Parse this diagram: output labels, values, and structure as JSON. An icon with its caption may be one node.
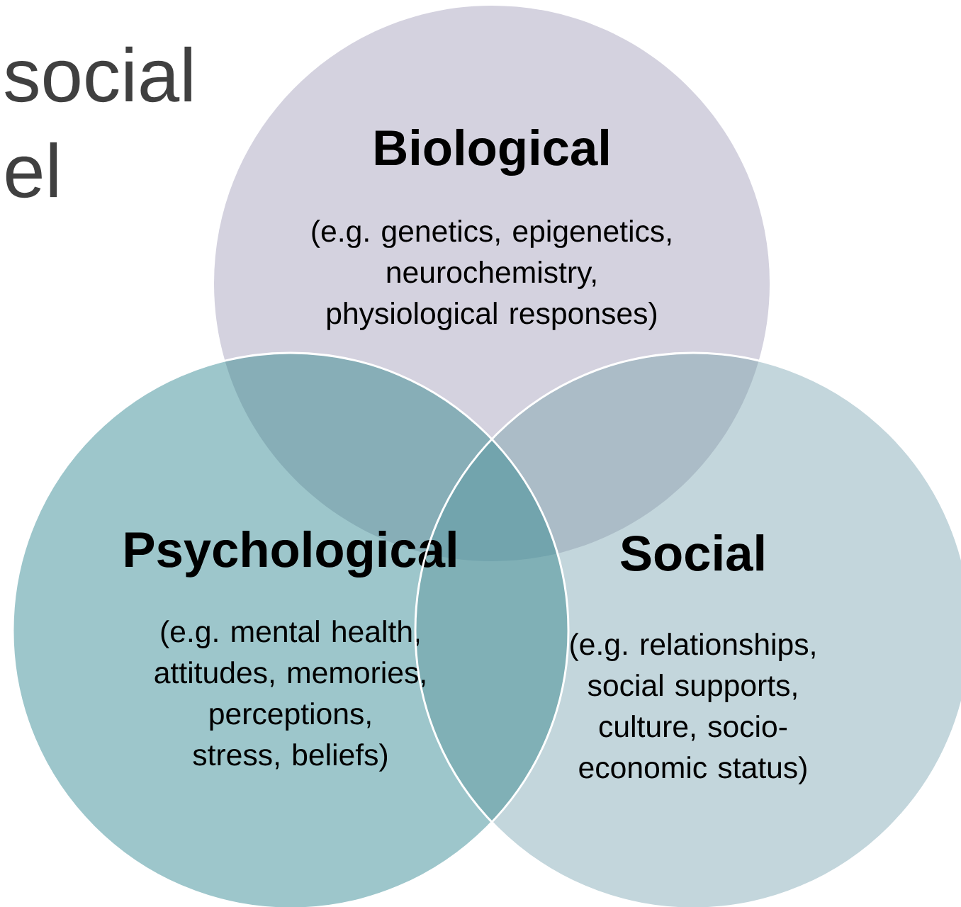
{
  "diagram": {
    "nodes": [
      {
        "text": [
          "Biological",
          "(e.g. genetics, epigenetics, neurochemistry, physiological responses)"
        ]
      },
      {
        "text": [
          "Psychological",
          "(e.g. mental health, attitudes, memories, perceptions, stress, beliefs)"
        ]
      },
      {
        "text": [
          "Social",
          "(e.g. relationships, social supports, culture, socio-economic status)"
        ]
      }
    ],
    "labels": [
      "social",
      "el"
    ]
  }
}
